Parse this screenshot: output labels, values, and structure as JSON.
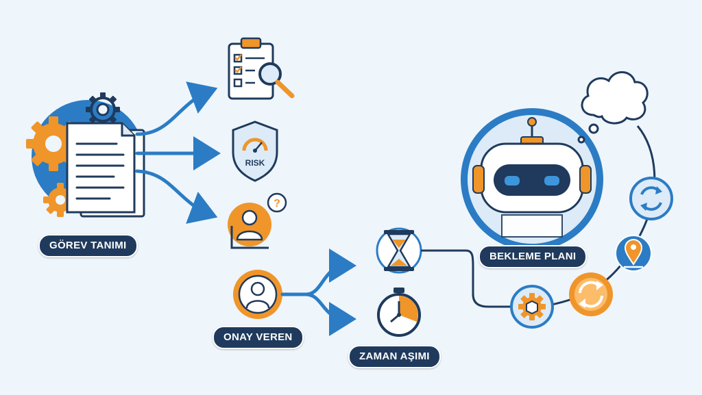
{
  "labels": {
    "task_definition": "GÖREV TANIMI",
    "approver": "ONAY VEREN",
    "timeout": "ZAMAN AŞIMI",
    "wait_plan": "BEKLEME PLANI"
  },
  "icons": {
    "risk_shield_text": "RISK",
    "question_mark": "?",
    "names": [
      "gear-icon",
      "document-icon",
      "checklist-clipboard-icon",
      "magnifier-icon",
      "risk-shield-icon",
      "person-question-icon",
      "hourglass-icon",
      "stopwatch-icon",
      "robot-icon",
      "thought-cloud-icon",
      "refresh-icon",
      "location-pin-icon",
      "cycle-icon",
      "gear-cube-icon"
    ]
  },
  "colors": {
    "background": "#eef5fb",
    "primary_blue": "#2b7cc4",
    "light_blue": "#3d95dc",
    "dark_navy": "#1f3a5c",
    "orange": "#f0952a",
    "white": "#ffffff"
  }
}
